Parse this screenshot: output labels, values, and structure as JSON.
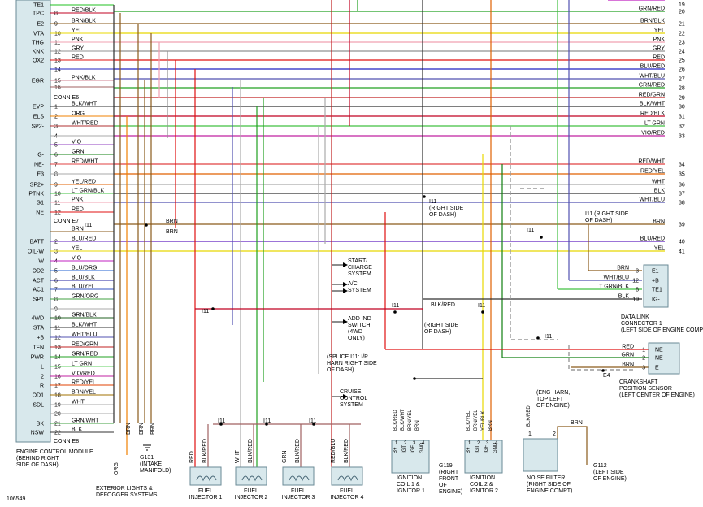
{
  "ecm": {
    "label": "ENGINE CONTROL MODULE (BEHIND RIGHT SIDE OF DASH)",
    "lines": [
      "ENGINE CONTROL MODULE",
      "(BEHIND RIGHT",
      "SIDE OF DASH)"
    ],
    "connectors": [
      "CONN E6",
      "CONN E7",
      "CONN E8"
    ]
  },
  "e8_pins": [
    {
      "sig": "TE1",
      "pin": "",
      "color": "",
      "hex": "#20c020"
    },
    {
      "sig": "TPC",
      "pin": "8",
      "color": "RED/BLK",
      "hex": "#c00020"
    },
    {
      "sig": "E2",
      "pin": "9",
      "color": "BRN/BLK",
      "hex": "#8a5a1a"
    },
    {
      "sig": "VTA",
      "pin": "10",
      "color": "YEL",
      "hex": "#e8d800"
    },
    {
      "sig": "THG",
      "pin": "11",
      "color": "PNK",
      "hex": "#f0a0b0"
    },
    {
      "sig": "KNK",
      "pin": "12",
      "color": "GRY",
      "hex": "#909090"
    },
    {
      "sig": "OX2",
      "pin": "13",
      "color": "RED",
      "hex": "#e01010"
    },
    {
      "sig": "",
      "pin": "14",
      "color": "",
      "hex": "#2020c0"
    },
    {
      "sig": "EGR",
      "pin": "15",
      "color": "PNK/BLK",
      "hex": "#d08090"
    },
    {
      "sig": "",
      "pin": "16",
      "color": "",
      "hex": "#a06060"
    }
  ],
  "e6_pins": [
    {
      "sig": "EVP",
      "pin": "1",
      "color": "BLK/WHT",
      "hex": "#303030"
    },
    {
      "sig": "ELS",
      "pin": "2",
      "color": "ORG",
      "hex": "#f08000"
    },
    {
      "sig": "SP2-",
      "pin": "3",
      "color": "WHT/RED",
      "hex": "#b03030"
    },
    {
      "sig": "",
      "pin": "4",
      "color": "",
      "hex": "#aaaaaa"
    },
    {
      "sig": "",
      "pin": "5",
      "color": "VIO",
      "hex": "#9040c0"
    },
    {
      "sig": "G-",
      "pin": "6",
      "color": "GRN",
      "hex": "#108010"
    },
    {
      "sig": "NE-",
      "pin": "7",
      "color": "RED/WHT",
      "hex": "#e04040"
    },
    {
      "sig": "E3",
      "pin": "8",
      "color": "",
      "hex": "#aaaaaa"
    },
    {
      "sig": "SP2+",
      "pin": "9",
      "color": "YEL/RED",
      "hex": "#e06000"
    },
    {
      "sig": "PTNK",
      "pin": "10",
      "color": "LT GRN/BLK",
      "hex": "#40c040"
    },
    {
      "sig": "G1",
      "pin": "11",
      "color": "PNK",
      "hex": "#f0a0b0"
    },
    {
      "sig": "NE",
      "pin": "12",
      "color": "RED",
      "hex": "#e01010"
    }
  ],
  "e7_pins": [
    {
      "sig": "",
      "pin": "",
      "color": "BRN",
      "hex": "#8a5a1a"
    },
    {
      "sig": "BATT",
      "pin": "2",
      "color": "BLU/RED",
      "hex": "#6020c0"
    },
    {
      "sig": "OIL-W",
      "pin": "3",
      "color": "YEL",
      "hex": "#e8d800"
    },
    {
      "sig": "W",
      "pin": "4",
      "color": "VIO",
      "hex": "#c020c0"
    },
    {
      "sig": "OD2",
      "pin": "5",
      "color": "BLU/ORG",
      "hex": "#2060d0"
    },
    {
      "sig": "ACT",
      "pin": "6",
      "color": "BLU/BLK",
      "hex": "#2020a0"
    },
    {
      "sig": "AC1",
      "pin": "7",
      "color": "BLU/YEL",
      "hex": "#3050c0"
    },
    {
      "sig": "SP1",
      "pin": "8",
      "color": "GRN/ORG",
      "hex": "#40a040"
    },
    {
      "sig": "",
      "pin": "9",
      "color": "",
      "hex": "#aaaaaa"
    },
    {
      "sig": "4WD",
      "pin": "10",
      "color": "GRN/BLK",
      "hex": "#206020"
    },
    {
      "sig": "STA",
      "pin": "11",
      "color": "BLK/WHT",
      "hex": "#303030"
    },
    {
      "sig": "+B",
      "pin": "12",
      "color": "WHT/BLU",
      "hex": "#5050b0"
    },
    {
      "sig": "TFN",
      "pin": "13",
      "color": "RED/GRN",
      "hex": "#c02020"
    },
    {
      "sig": "PWR",
      "pin": "14",
      "color": "GRN/RED",
      "hex": "#20a020"
    },
    {
      "sig": "L",
      "pin": "15",
      "color": "LT GRN",
      "hex": "#60d060"
    },
    {
      "sig": "2",
      "pin": "16",
      "color": "VIO/RED",
      "hex": "#c020a0"
    },
    {
      "sig": "R",
      "pin": "17",
      "color": "RED/YEL",
      "hex": "#e04000"
    },
    {
      "sig": "OD1",
      "pin": "18",
      "color": "BRN/YEL",
      "hex": "#a07000"
    },
    {
      "sig": "SDL",
      "pin": "19",
      "color": "WHT",
      "hex": "#aaaaaa"
    },
    {
      "sig": "",
      "pin": "20",
      "color": "",
      "hex": "#aaaaaa"
    },
    {
      "sig": "BK",
      "pin": "21",
      "color": "GRN/WHT",
      "hex": "#40a040"
    },
    {
      "sig": "NSW",
      "pin": "22",
      "color": "BLK",
      "hex": "#303030"
    }
  ],
  "right_wires": [
    {
      "label": "GRN/RED",
      "num": "20"
    },
    {
      "label": "BRN/BLK",
      "num": "21"
    },
    {
      "label": "YEL",
      "num": "22"
    },
    {
      "label": "PNK",
      "num": "23"
    },
    {
      "label": "GRY",
      "num": "24"
    },
    {
      "label": "RED",
      "num": "25"
    },
    {
      "label": "BLU/RED",
      "num": "26"
    },
    {
      "label": "WHT/BLU",
      "num": "27"
    },
    {
      "label": "GRN/RED",
      "num": "28"
    },
    {
      "label": "RED/GRN",
      "num": "29"
    },
    {
      "label": "BLK/WHT",
      "num": "30"
    },
    {
      "label": "RED/BLK",
      "num": "31"
    },
    {
      "label": "LT GRN",
      "num": "32"
    },
    {
      "label": "VIO/RED",
      "num": "33"
    },
    {
      "label": "RED/WHT",
      "num": "34"
    },
    {
      "label": "RED/YEL",
      "num": "35"
    },
    {
      "label": "WHT",
      "num": "36"
    },
    {
      "label": "BLK",
      "num": "37"
    },
    {
      "label": "WHT/BLU",
      "num": "38"
    },
    {
      "label": "BRN",
      "num": "39"
    },
    {
      "label": "BLU/RED",
      "num": "40"
    },
    {
      "label": "YEL",
      "num": "41"
    }
  ],
  "top_right_num": "19",
  "splice": "I11",
  "notes": {
    "right_dash_1": [
      "I11",
      "(RIGHT SIDE",
      "OF DASH)"
    ],
    "right_dash_2": [
      "I11 (RIGHT SIDE",
      "OF DASH)"
    ],
    "right_dash_3": [
      "(RIGHT SIDE",
      "OF DASH)"
    ],
    "splice_note": [
      "(SPLICE I11: I/P",
      "HARN RIGHT SIDE",
      "OF DASH)"
    ],
    "start_charge": [
      "START/",
      "CHARGE",
      "SYSTEM"
    ],
    "ac": [
      "A/C",
      "SYSTEM"
    ],
    "add_ind": [
      "ADD IND",
      "SWITCH",
      "(4WD",
      "ONLY)"
    ],
    "cruise": [
      "CRUISE",
      "CONTROL",
      "SYSTEM"
    ],
    "eng_harn": [
      "(ENG HARN,",
      "TOP LEFT",
      "OF ENGINE)"
    ],
    "e4": "E4",
    "blk_red": "BLK/RED"
  },
  "dlc": {
    "label": [
      "DATA LINK",
      "CONNECTOR 1",
      "(LEFT SIDE OF ENGINE COMPT)"
    ],
    "pins": [
      {
        "color": "BRN",
        "num": "3",
        "sig": "E1"
      },
      {
        "color": "WHT/BLU",
        "num": "12",
        "sig": "+B"
      },
      {
        "color": "LT GRN/BLK",
        "num": "8",
        "sig": "TE1"
      },
      {
        "color": "BLK",
        "num": "19",
        "sig": "IG-"
      }
    ]
  },
  "ckp": {
    "label": [
      "CRANKSHAFT",
      "POSITION SENSOR",
      "(LEFT CENTER OF ENGINE)"
    ],
    "pins": [
      {
        "color": "RED",
        "num": "1",
        "sig": "NE"
      },
      {
        "color": "GRN",
        "num": "2",
        "sig": "NE-"
      },
      {
        "color": "BRN",
        "num": "3",
        "sig": "E"
      }
    ]
  },
  "grounds": {
    "g131": [
      "G131",
      "(INTAKE",
      "MANIFOLD)"
    ],
    "g119": [
      "G119",
      "(RIGHT",
      "FRONT",
      "OF",
      "ENGINE)"
    ],
    "g112": [
      "G112",
      "(LEFT SIDE",
      "OF ENGINE)"
    ]
  },
  "injectors": [
    {
      "name": [
        "FUEL",
        "INJECTOR 1"
      ],
      "w1": "RED",
      "w2": "BLK/RED"
    },
    {
      "name": [
        "FUEL",
        "INJECTOR 2"
      ],
      "w1": "WHT",
      "w2": "BLK/RED"
    },
    {
      "name": [
        "FUEL",
        "INJECTOR 3"
      ],
      "w1": "GRN",
      "w2": "BLK/RED"
    },
    {
      "name": [
        "FUEL",
        "INJECTOR 4"
      ],
      "w1": "RED/BLU",
      "w2": "BLK/RED"
    }
  ],
  "coil1": {
    "name": [
      "IGNITION",
      "COIL 1 &",
      "IGNITOR 1"
    ],
    "pins": [
      "B+",
      "IGT",
      "IGF",
      "GND"
    ],
    "nums": [
      "1",
      "2",
      "3",
      "4"
    ],
    "wires": [
      "BLK/RED",
      "BLK/WHT",
      "BRN/YEL",
      "BRN"
    ]
  },
  "coil2": {
    "name": [
      "IGNITION",
      "COIL 2 &",
      "IGNITOR 2"
    ],
    "pins": [
      "B+",
      "IGT",
      "IGF",
      "GND"
    ],
    "nums": [
      "1",
      "2",
      "3",
      "4"
    ],
    "wires": [
      "BLK/YEL",
      "BRN/YEL",
      "YEL/BLK",
      "BRN"
    ]
  },
  "noise": {
    "name": [
      "NOISE FILTER",
      "(RIGHT SIDE OF",
      "ENGINE COMPT)"
    ],
    "wire": "BLK/RED",
    "pins": [
      "1",
      "2"
    ]
  },
  "misc": {
    "ext_lights": [
      "EXTERIOR LIGHTS &",
      "DEFOGGER SYSTEMS"
    ],
    "org": "ORG",
    "brn": "BRN",
    "fig": "106549"
  }
}
